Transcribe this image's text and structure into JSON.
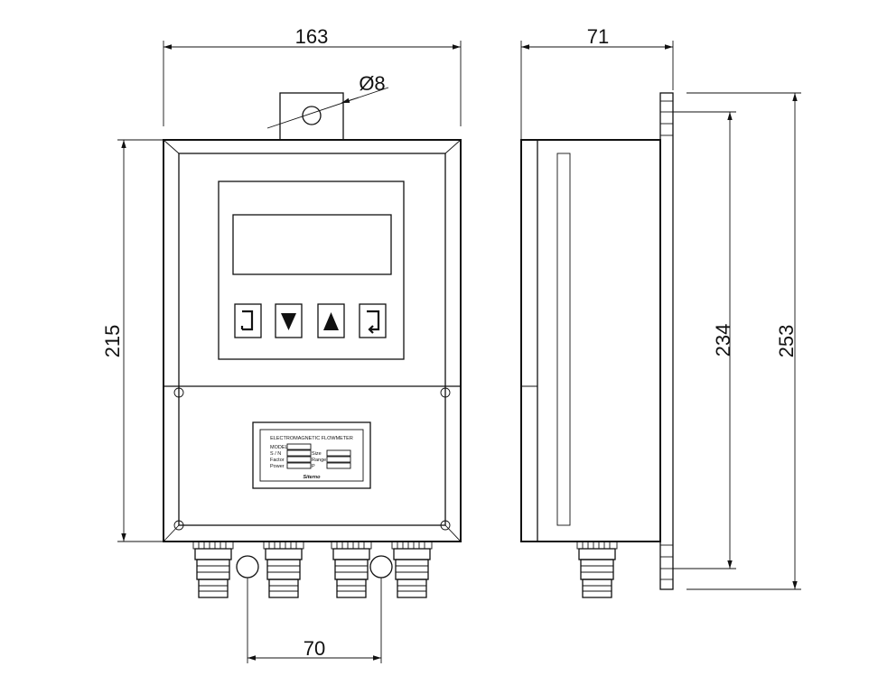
{
  "dimensions": {
    "front_width": "163",
    "side_depth": "71",
    "hole_diameter": "Ø8",
    "front_height": "215",
    "inner_height": "234",
    "total_height": "253",
    "gland_spacing": "70"
  },
  "nameplate": {
    "title": "ELECTROMAGNETIC FLOWMETER",
    "labels_left": [
      "MODEL",
      "S / N",
      "Factor",
      "Power"
    ],
    "labels_right": [
      "Size",
      "Range",
      "P"
    ],
    "brand": "Siterno"
  },
  "keypad": {
    "keys": [
      {
        "name": "enter-key",
        "icon": "return-left-icon"
      },
      {
        "name": "down-key",
        "icon": "triangle-down-icon"
      },
      {
        "name": "up-key",
        "icon": "triangle-up-icon"
      },
      {
        "name": "back-key",
        "icon": "return-right-icon"
      }
    ]
  }
}
